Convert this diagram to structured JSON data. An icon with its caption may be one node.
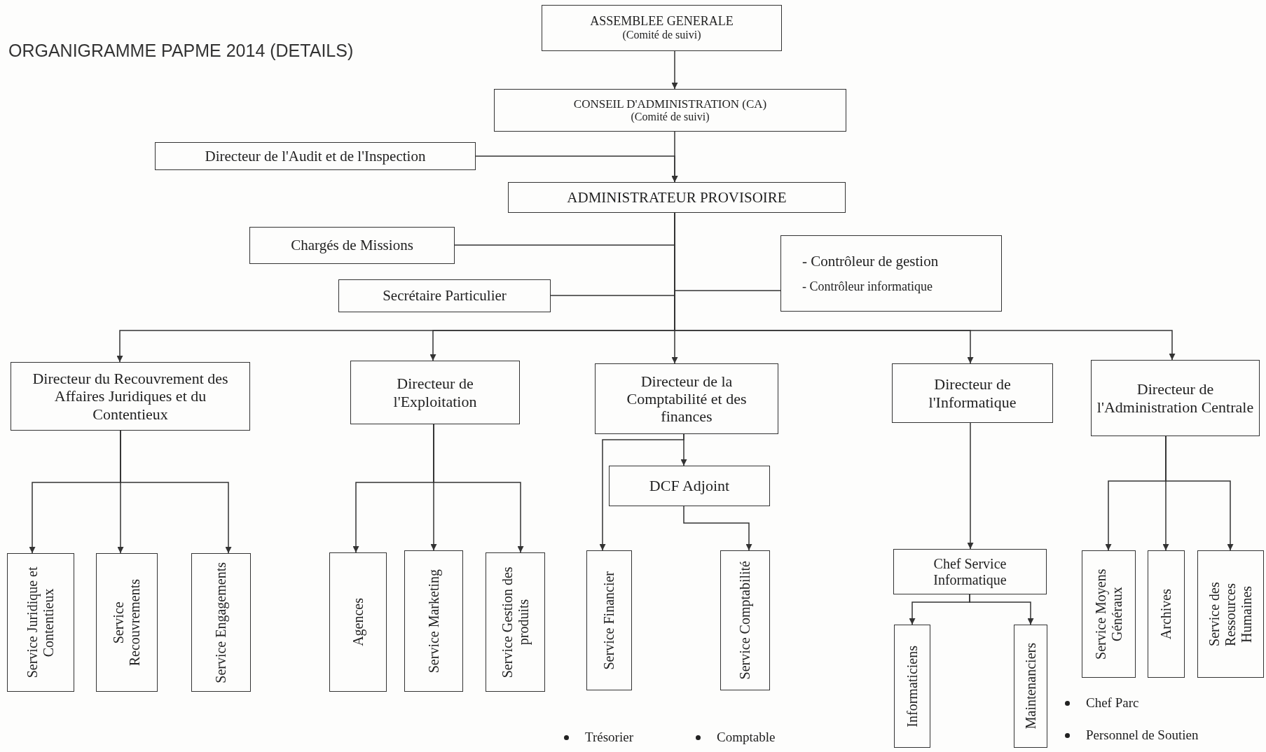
{
  "diagram": {
    "title": "ORGANIGRAMME PAPME 2014 (DETAILS)",
    "nodes": [
      {
        "text": [
          "ASSEMBLEE GENERALE",
          "(Comité de suivi)"
        ]
      },
      {
        "text": [
          "CONSEIL D'ADMINISTRATION (CA)",
          "(Comité de suivi)"
        ]
      },
      {
        "text": [
          "Directeur de l'Audit et de l'Inspection"
        ]
      },
      {
        "text": [
          "ADMINISTRATEUR PROVISOIRE"
        ]
      },
      {
        "text": [
          "Chargés de Missions"
        ]
      },
      {
        "text": [
          "- Contrôleur de gestion",
          "- Contrôleur informatique"
        ]
      },
      {
        "text": [
          "Secrétaire Particulier"
        ]
      },
      {
        "text": [
          "Directeur du Recouvrement des Affaires Juridiques et du Contentieux"
        ]
      },
      {
        "text": [
          "Directeur de l'Exploitation"
        ]
      },
      {
        "text": [
          "Directeur de la Comptabilité et des finances"
        ]
      },
      {
        "text": [
          "Directeur de l'Informatique"
        ]
      },
      {
        "text": [
          "Directeur de l'Administration Centrale"
        ]
      },
      {
        "text": [
          "DCF Adjoint"
        ]
      },
      {
        "text": [
          "Service Juridique et Contentieux"
        ]
      },
      {
        "text": [
          "Service Recouvrements"
        ]
      },
      {
        "text": [
          "Service Engagements"
        ]
      },
      {
        "text": [
          "Agences"
        ]
      },
      {
        "text": [
          "Service Marketing"
        ]
      },
      {
        "text": [
          "Service Gestion des produits"
        ]
      },
      {
        "text": [
          "Service Financier"
        ]
      },
      {
        "text": [
          "Service Comptabilité"
        ]
      },
      {
        "text": [
          "Chef Service Informatique"
        ]
      },
      {
        "text": [
          "Informaticiens"
        ]
      },
      {
        "text": [
          "Maintenanciers"
        ]
      },
      {
        "text": [
          "Service Moyens Généraux"
        ]
      },
      {
        "text": [
          "Archives"
        ]
      },
      {
        "text": [
          "Service des Ressources Humaines"
        ]
      }
    ],
    "edges": [
      {
        "from": 0,
        "to": 1,
        "arrow": "to"
      },
      {
        "from": 1,
        "to": 3,
        "arrow": "to"
      },
      {
        "from": 2,
        "to": 3,
        "arrow": "to"
      },
      {
        "from": 3,
        "to": 4,
        "arrow": "none"
      },
      {
        "from": 3,
        "to": 5,
        "arrow": "none"
      },
      {
        "from": 3,
        "to": 6,
        "arrow": "none"
      },
      {
        "from": 3,
        "to": 7,
        "arrow": "to"
      },
      {
        "from": 3,
        "to": 8,
        "arrow": "to"
      },
      {
        "from": 3,
        "to": 9,
        "arrow": "to"
      },
      {
        "from": 3,
        "to": 10,
        "arrow": "to"
      },
      {
        "from": 3,
        "to": 11,
        "arrow": "to"
      },
      {
        "from": 7,
        "to": 13,
        "arrow": "to"
      },
      {
        "from": 7,
        "to": 14,
        "arrow": "to"
      },
      {
        "from": 7,
        "to": 15,
        "arrow": "to"
      },
      {
        "from": 8,
        "to": 16,
        "arrow": "to"
      },
      {
        "from": 8,
        "to": 17,
        "arrow": "to"
      },
      {
        "from": 8,
        "to": 18,
        "arrow": "to"
      },
      {
        "from": 9,
        "to": 12,
        "arrow": "to"
      },
      {
        "from": 9,
        "to": 19,
        "arrow": "to"
      },
      {
        "from": 12,
        "to": 20,
        "arrow": "to"
      },
      {
        "from": 10,
        "to": 21,
        "arrow": "to"
      },
      {
        "from": 21,
        "to": 22,
        "arrow": "to"
      },
      {
        "from": 21,
        "to": 23,
        "arrow": "to"
      },
      {
        "from": 11,
        "to": 24,
        "arrow": "to"
      },
      {
        "from": 11,
        "to": 25,
        "arrow": "to"
      },
      {
        "from": 11,
        "to": 26,
        "arrow": "to"
      }
    ],
    "labels": [
      "Trésorier",
      "Comptable",
      "Chef Parc",
      "Personnel de Soutien"
    ]
  }
}
